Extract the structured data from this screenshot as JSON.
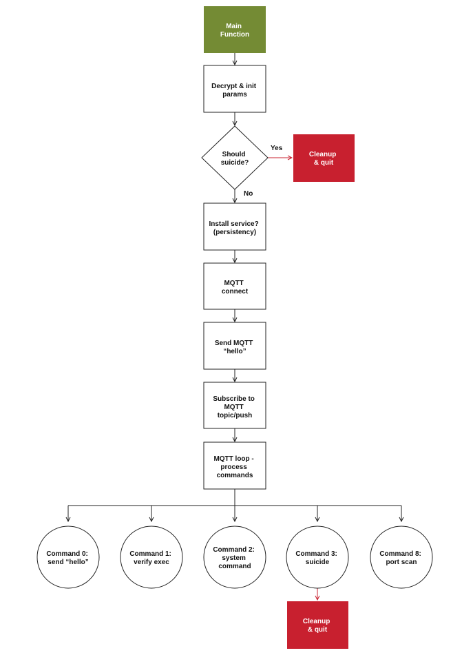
{
  "colors": {
    "start": "#748b34",
    "terminal": "#c8202f",
    "stroke": "#222222",
    "yes_arrow": "#c8202f"
  },
  "nodes": {
    "main": [
      "Main",
      "Function"
    ],
    "decrypt": [
      "Decrypt & init",
      "params"
    ],
    "should_suicide": [
      "Should",
      "suicide?"
    ],
    "cleanup_top": [
      "Cleanup",
      "& quit"
    ],
    "install": [
      "Install service?",
      "(persistency)"
    ],
    "mqtt_connect": [
      "MQTT",
      "connect"
    ],
    "send_hello": [
      "Send MQTT",
      "“hello”"
    ],
    "subscribe": [
      "Subscribe to",
      "MQTT",
      "topic/push"
    ],
    "loop": [
      "MQTT loop -",
      "process",
      "commands"
    ],
    "cmd0": [
      "Command 0:",
      "send “hello”"
    ],
    "cmd1": [
      "Command 1:",
      "verify exec"
    ],
    "cmd2": [
      "Command 2:",
      "system",
      "command"
    ],
    "cmd3": [
      "Command 3:",
      "suicide"
    ],
    "cmd8": [
      "Command 8:",
      "port scan"
    ],
    "cleanup_bottom": [
      "Cleanup",
      "& quit"
    ]
  },
  "edge_labels": {
    "yes": "Yes",
    "no": "No"
  }
}
